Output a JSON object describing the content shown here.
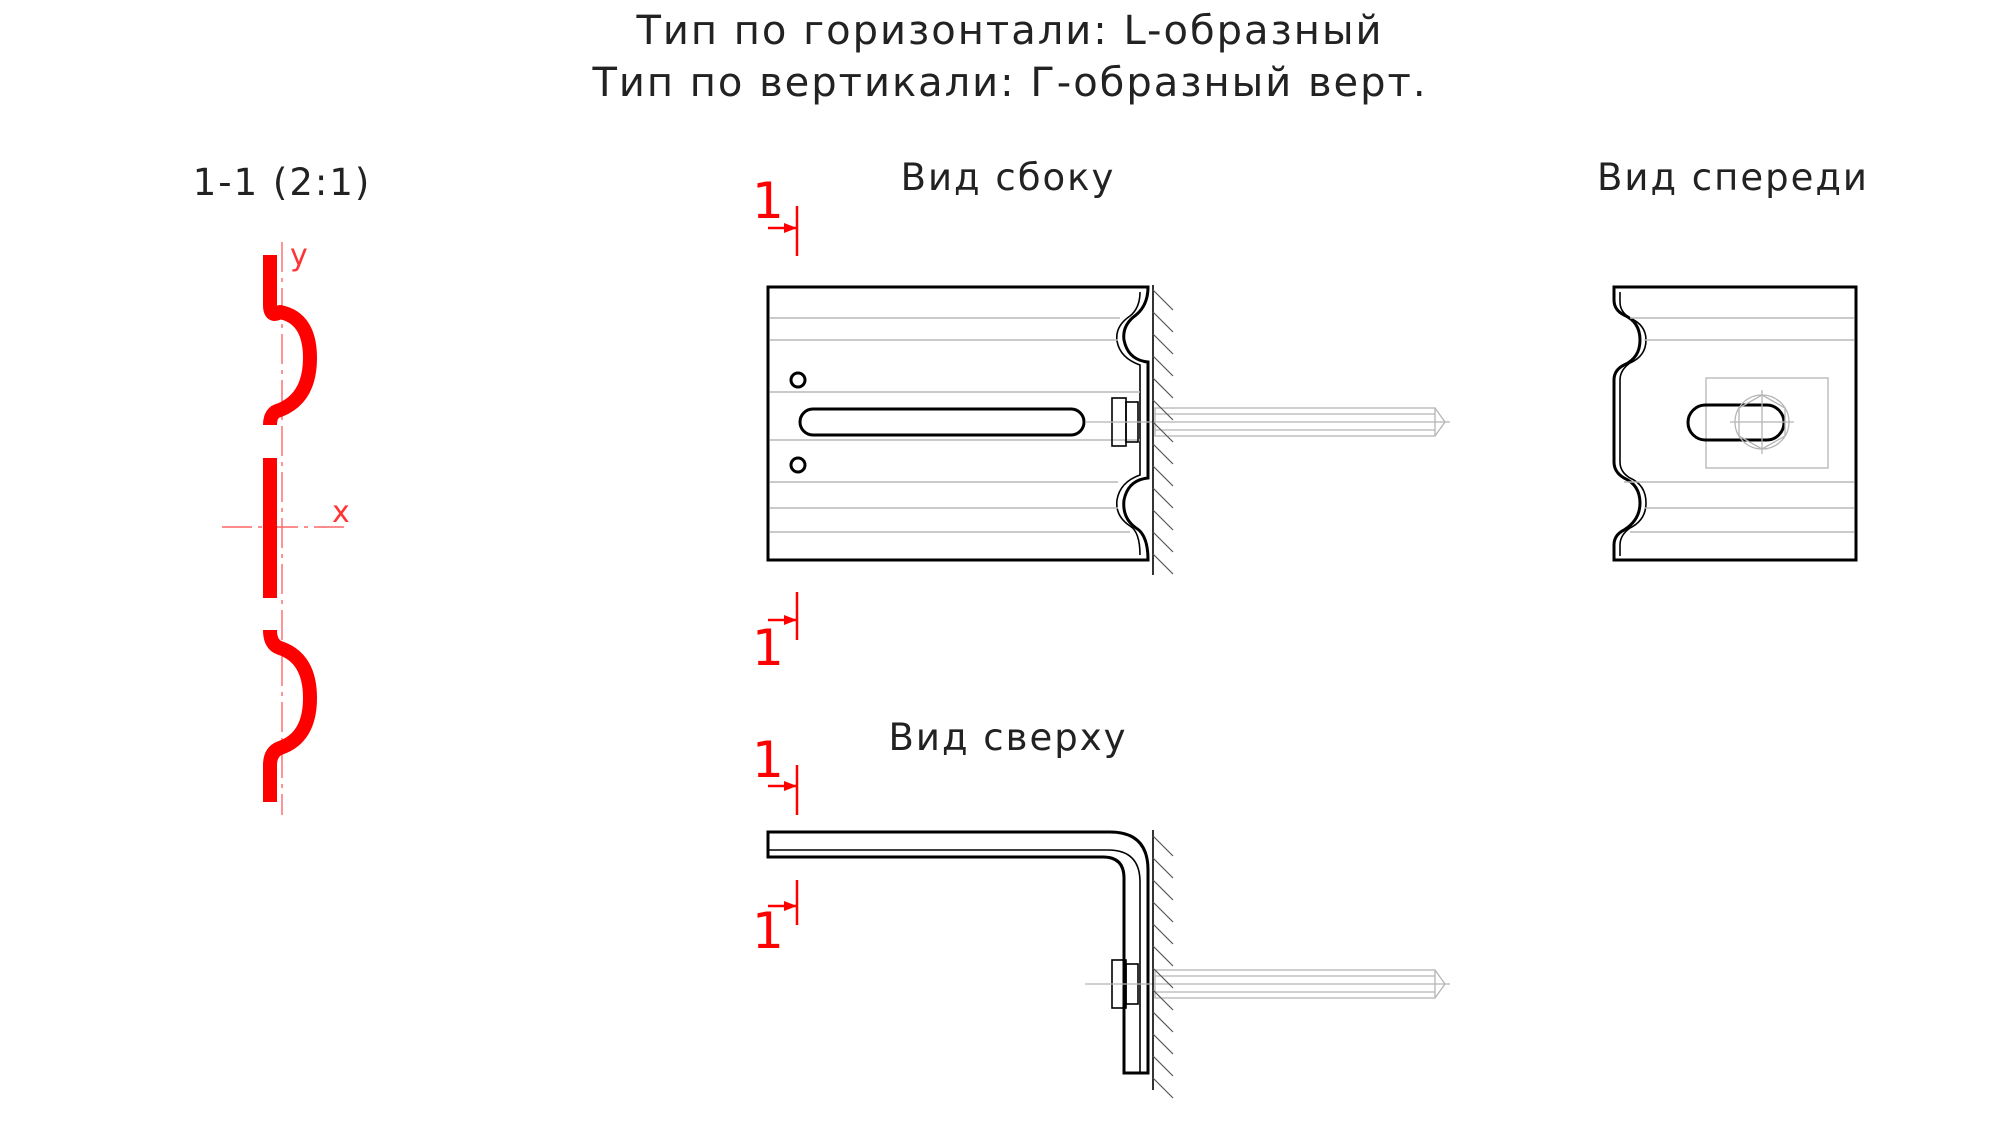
{
  "header": {
    "line1": "Тип по горизонтали: L-образный",
    "line2": "Тип по вертикали: Г-образный верт."
  },
  "views": {
    "section_label": "1-1 (2:1)",
    "side_label": "Вид сбоку",
    "front_label": "Вид спереди",
    "top_label": "Вид сверху"
  },
  "section_marks": {
    "mark": "1"
  },
  "axes": {
    "x": "x",
    "y": "y"
  },
  "colors": {
    "outline": "#000000",
    "section": "#ff0000",
    "hidden": "#b5b5b5"
  }
}
